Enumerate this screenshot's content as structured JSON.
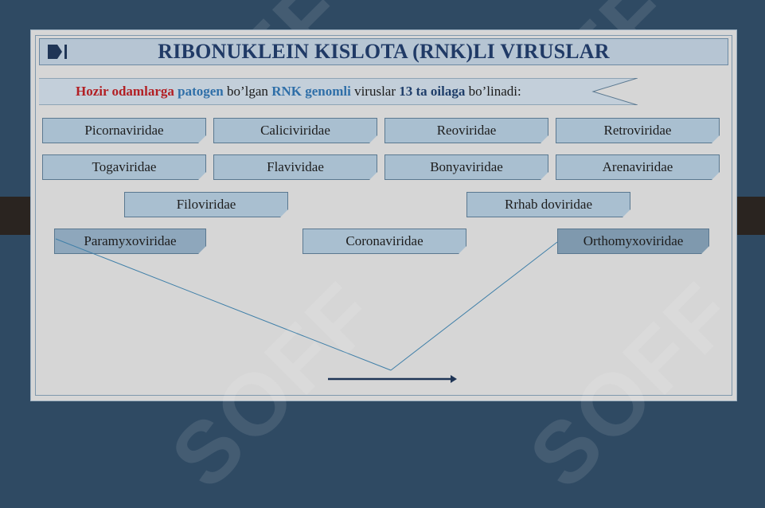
{
  "title": "RIBONUKLEIN KISLOTA (RNK)LI VIRUSLAR",
  "intro": {
    "part1": "Hozir odamlarga",
    "part2": "patogen",
    "part3": "bo’lgan",
    "part4": "RNK genomli",
    "part5": "viruslar",
    "part6": "13 ta oilaga",
    "part7": "bo’linadi:"
  },
  "families": {
    "row1": [
      "Picornaviridae",
      "Caliciviridae",
      "Reoviridae",
      "Retroviridae"
    ],
    "row2": [
      "Togaviridae",
      "Flavividae",
      "Bonyaviridae",
      "Arenaviridae"
    ],
    "row3": [
      "Filoviridae",
      "Rrhab doviridae"
    ],
    "row4": [
      "Paramyxoviridae",
      "Coronaviridae",
      "Orthomyxoviridae"
    ]
  },
  "watermark": "SOFF",
  "colors": {
    "background": "#2f4a63",
    "slide": "#d6d6d6",
    "title": "#203a66",
    "accent_red": "#b21f24",
    "accent_blue": "#2f6fa8"
  },
  "icons": {
    "title_icon": "play-pause-icon"
  }
}
